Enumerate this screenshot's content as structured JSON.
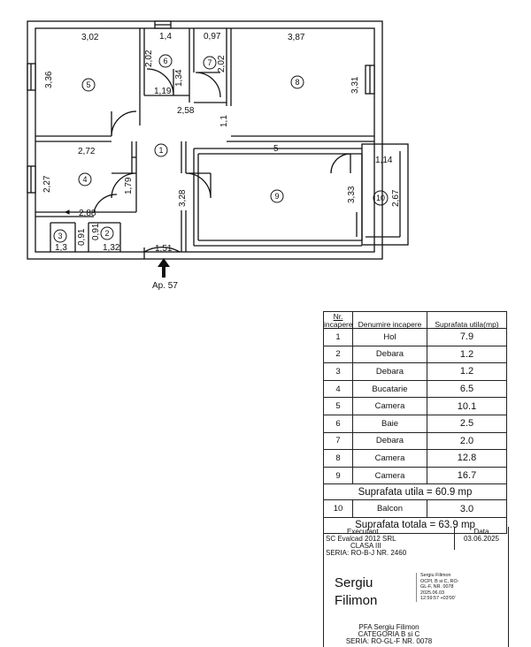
{
  "plan": {
    "entrance_label": "Ap. 57",
    "dimensions": {
      "r5_width": "3,02",
      "r5_height": "3,36",
      "r6_width": "1,4",
      "r6_height": "1,34",
      "r7_width": "0,97",
      "r7_height": "2,02",
      "r6_left_height": "2,02",
      "r8_width": "3,87",
      "r8_height": "3,31",
      "hall_1_19": "1,19",
      "hall_2_58": "2,58",
      "hall_1_1": "1,1",
      "r4_width": "2,72",
      "r4_height": "2,27",
      "hall_1_79": "1,79",
      "hall_2_88": "2,88",
      "r3_height": "0,91",
      "r2_height": "0,91",
      "r3_width": "1,3",
      "r2_width": "1,32",
      "door_1_51": "1,51",
      "hall_3_28": "3,28",
      "r9_width": "5",
      "r9_height": "3,33",
      "r10_width": "1,14",
      "r10_height": "2,67"
    },
    "room_numbers": [
      "1",
      "2",
      "3",
      "4",
      "5",
      "6",
      "7",
      "8",
      "9",
      "10"
    ]
  },
  "table": {
    "headers": [
      "Nr. incapere",
      "Denumire incapere",
      "Suprafata utila(mp)"
    ],
    "rows": [
      {
        "nr": "1",
        "name": "Hol",
        "area": "7.9"
      },
      {
        "nr": "2",
        "name": "Debara",
        "area": "1.2"
      },
      {
        "nr": "3",
        "name": "Debara",
        "area": "1.2"
      },
      {
        "nr": "4",
        "name": "Bucatarie",
        "area": "6.5"
      },
      {
        "nr": "5",
        "name": "Camera",
        "area": "10.1"
      },
      {
        "nr": "6",
        "name": "Baie",
        "area": "2.5"
      },
      {
        "nr": "7",
        "name": "Debara",
        "area": "2.0"
      },
      {
        "nr": "8",
        "name": "Camera",
        "area": "12.8"
      },
      {
        "nr": "9",
        "name": "Camera",
        "area": "16.7"
      }
    ],
    "utila_total": "Suprafata utila = 60.9 mp",
    "balcon": {
      "nr": "10",
      "name": "Balcon",
      "area": "3.0"
    },
    "grand_total": "Suprafata totala = 63.9 mp"
  },
  "signature": {
    "executant": [
      "Executant",
      "SC Evalcad 2012 SRL",
      "CLASA III",
      "SERIA: RO-B-J NR. 2460"
    ],
    "date_label": "Data",
    "date": "03.06.2025",
    "name_line1": "Sergiu",
    "name_line2": "Filimon",
    "stamp_lines": [
      "Sergiu Filimon",
      "OCPI, B si C, RO-",
      "GL-F, NR. 0078",
      "2025.06.03",
      "12:59:57 +03'00'"
    ],
    "pfa": [
      "PFA Sergiu Filimon",
      "CATEGORIA B si C",
      "SERIA: RO-GL-F NR. 0078"
    ]
  }
}
